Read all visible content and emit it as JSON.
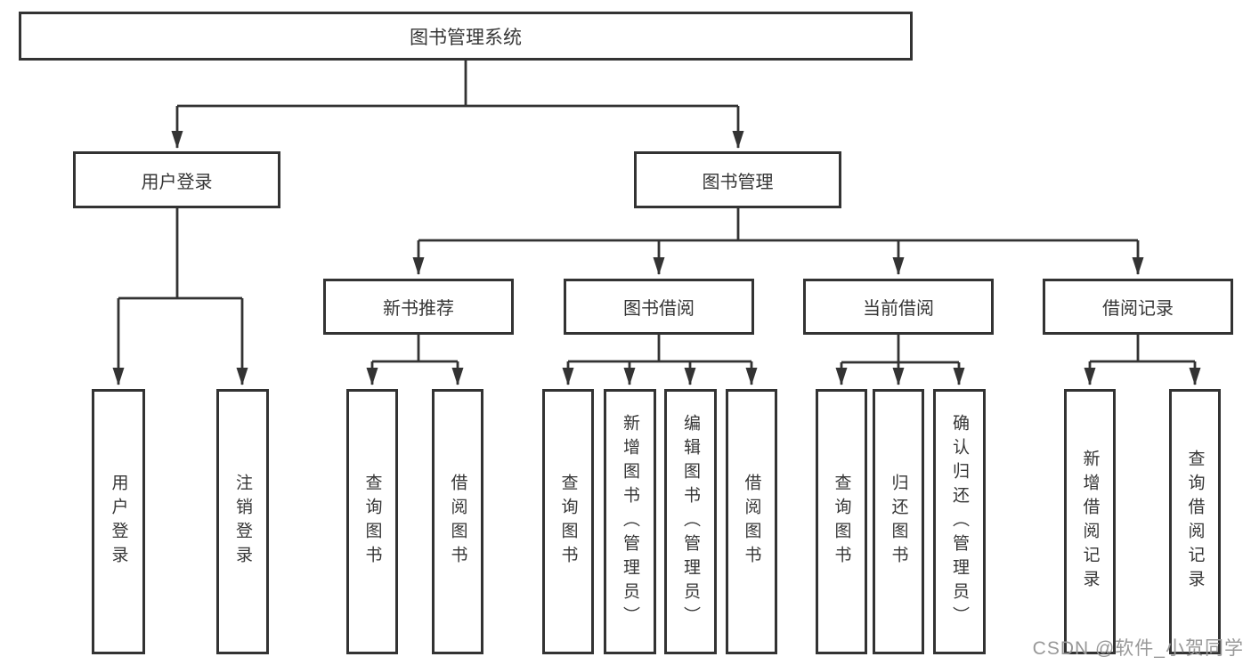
{
  "diagram": {
    "root": "图书管理系统",
    "branches": [
      {
        "label": "用户登录",
        "children": [
          {
            "label": "用户登录"
          },
          {
            "label": "注销登录"
          }
        ]
      },
      {
        "label": "图书管理",
        "children": [
          {
            "label": "新书推荐",
            "children": [
              {
                "label": "查询图书"
              },
              {
                "label": "借阅图书"
              }
            ]
          },
          {
            "label": "图书借阅",
            "children": [
              {
                "label": "查询图书"
              },
              {
                "label": "新增图书（管理员）"
              },
              {
                "label": "编辑图书（管理员）"
              },
              {
                "label": "借阅图书"
              }
            ]
          },
          {
            "label": "当前借阅",
            "children": [
              {
                "label": "查询图书"
              },
              {
                "label": "归还图书"
              },
              {
                "label": "确认归还（管理员）"
              }
            ]
          },
          {
            "label": "借阅记录",
            "children": [
              {
                "label": "新增借阅记录"
              },
              {
                "label": "查询借阅记录"
              }
            ]
          }
        ]
      }
    ]
  },
  "watermark": "CSDN @软件_小贺同学",
  "colors": {
    "line": "#333333",
    "box_border": "#333333",
    "box_fill": "#ffffff",
    "text": "#363636",
    "watermark": "#989898",
    "background": "#ffffff"
  }
}
